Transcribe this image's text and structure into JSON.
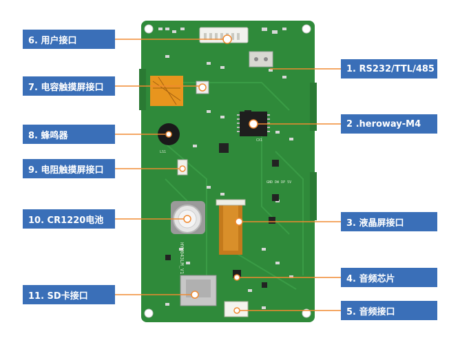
{
  "labels": {
    "l6": "6. 用户接口",
    "l7": "7. 电容触摸屏接口",
    "l8": "8. 蜂鸣器",
    "l9": "9. 电阻触摸屏接口",
    "l10": "10. CR1220电池",
    "l11": "11. SD卡接口",
    "r1": "1. RS232/TTL/485",
    "r2": "2 .heroway-M4",
    "r3": "3. 液晶屏接口",
    "r4": "4. 音频芯片",
    "r5": "5. 音频接口"
  },
  "board": {
    "silkscreen": "HYM043LM_V1.0",
    "pin_labels": "GND DW DP 5V",
    "ref_buzzer": "LS1",
    "ref_chip": "CX1",
    "color": "#2f8a3a",
    "label_color": "#3a6fb8",
    "leader_color": "#f08a30"
  }
}
